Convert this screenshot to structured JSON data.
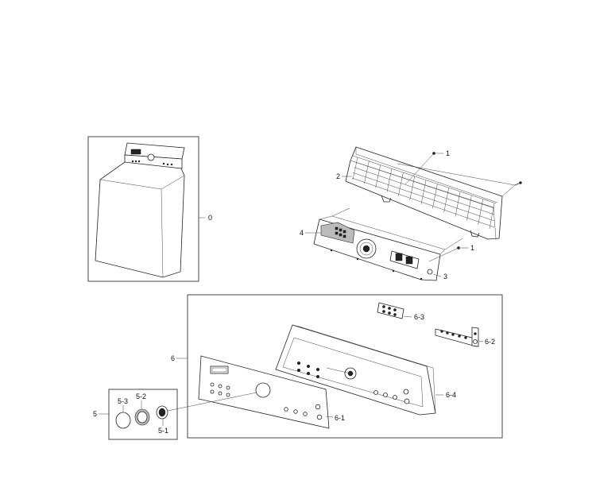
{
  "callouts": {
    "c0": "0",
    "c1a": "1",
    "c2": "2",
    "c4": "4",
    "c1b": "1",
    "c3": "3",
    "c63": "6-3",
    "c62": "6-2",
    "c6": "6",
    "c64": "6-4",
    "c61": "6-1",
    "c5": "5",
    "c53": "5-3",
    "c52": "5-2",
    "c51": "5-1"
  }
}
